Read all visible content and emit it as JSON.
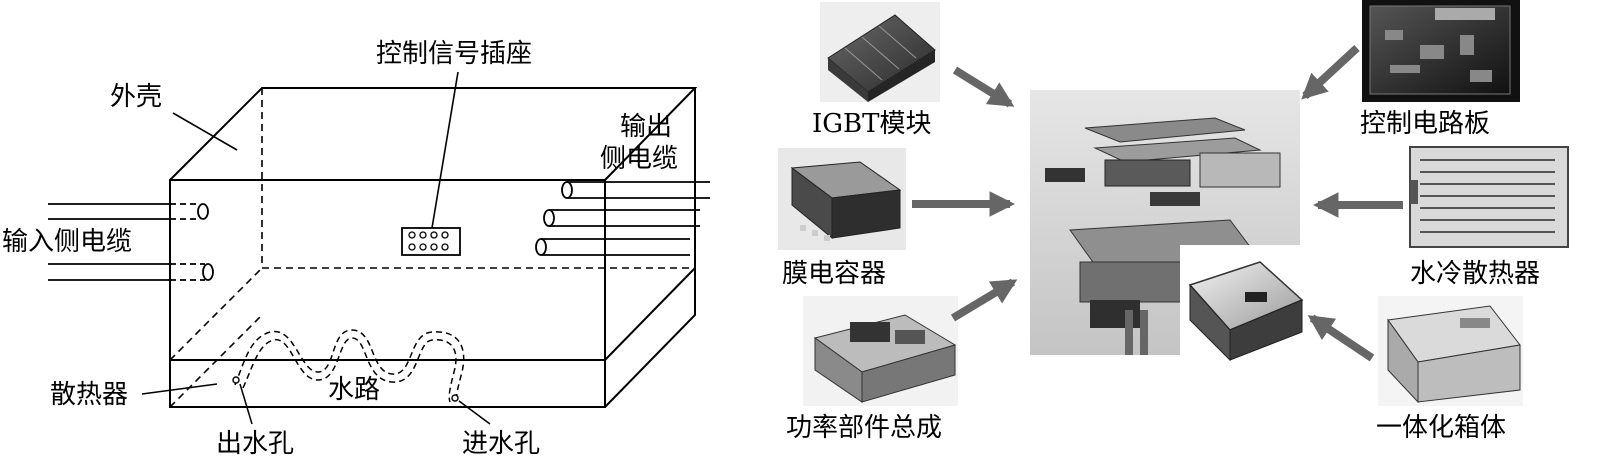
{
  "left_diagram": {
    "labels": {
      "housing": "外壳",
      "control_socket": "控制信号插座",
      "output_cable_line1": "输出",
      "output_cable_line2": "侧电缆",
      "input_cable": "输入侧电缆",
      "heatsink": "散热器",
      "water_path": "水路",
      "water_outlet": "出水孔",
      "water_inlet": "进水孔"
    }
  },
  "right_diagram": {
    "components": {
      "igbt_module": "IGBT模块",
      "control_board": "控制电路板",
      "film_capacitor": "膜电容器",
      "water_cooled_heatsink": "水冷散热器",
      "power_assembly": "功率部件总成",
      "integrated_enclosure": "一体化箱体"
    }
  }
}
